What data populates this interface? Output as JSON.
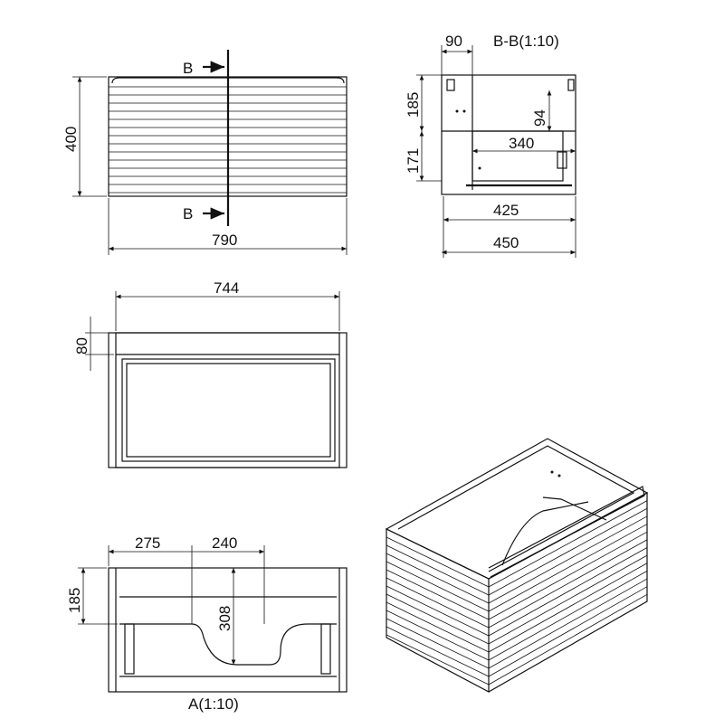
{
  "front_view": {
    "section_marker_top": "B",
    "section_marker_bottom": "B",
    "height_dim": "400",
    "width_dim": "790"
  },
  "section_view": {
    "title": "B-B(1:10)",
    "top_dim": "90",
    "upper_height_dim": "185",
    "inner_height_dim": "94",
    "drawer_depth_dim": "340",
    "lower_height_dim": "171",
    "inner_depth_dim": "425",
    "depth_dim": "450"
  },
  "top_view": {
    "inner_width_dim": "744",
    "rim_dim": "80"
  },
  "back_view": {
    "title": "A(1:10)",
    "offset_dim": "275",
    "cutout_width_dim": "240",
    "height_dim": "185",
    "cutout_height_dim": "308"
  }
}
